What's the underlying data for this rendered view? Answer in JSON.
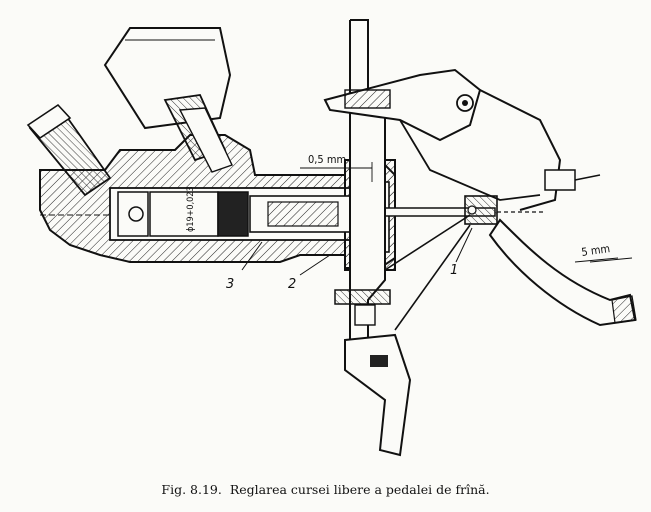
{
  "figure": {
    "number": "Fig. 8.19.",
    "caption": "Reglarea cursei libere a pedalei de frînă."
  },
  "labels": {
    "part_1": "1",
    "part_2": "2",
    "part_3": "3",
    "dim_gap": "0,5 mm",
    "dim_pedal": "5 mm",
    "dim_bore": "ϕ19+0,023"
  }
}
